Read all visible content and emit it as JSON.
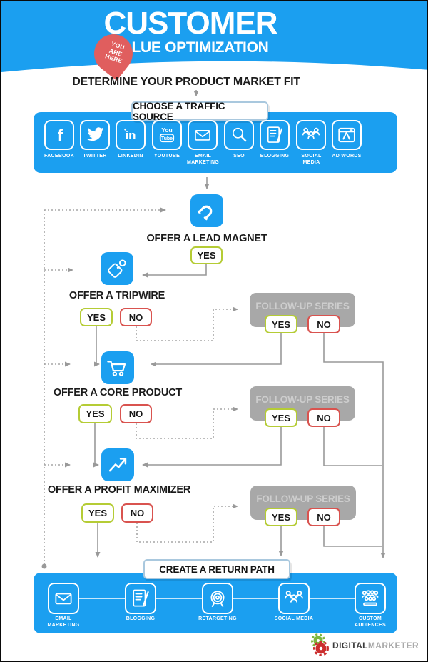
{
  "colors": {
    "blue": "#1b9ff0",
    "yes_green": "#b5cc35",
    "no_red": "#d9534f",
    "pin_red": "#e05e5e",
    "followup_gray": "#a8a8a8",
    "line_gray": "#999999"
  },
  "header": {
    "title": "CUSTOMER",
    "subtitle": "VALUE OPTIMIZATION",
    "pin": [
      "YOU",
      "ARE",
      "HERE"
    ],
    "tagline": "DETERMINE YOUR PRODUCT MARKET FIT"
  },
  "traffic": {
    "title": "CHOOSE A TRAFFIC SOURCE",
    "sources": [
      {
        "icon": "facebook-icon",
        "label": "FACEBOOK"
      },
      {
        "icon": "twitter-icon",
        "label": "TWITTER"
      },
      {
        "icon": "linkedin-icon",
        "label": "LINKEDIN"
      },
      {
        "icon": "youtube-icon",
        "label": "YOUTUBE"
      },
      {
        "icon": "email-icon",
        "label": "EMAIL MARKETING"
      },
      {
        "icon": "seo-icon",
        "label": "SEO"
      },
      {
        "icon": "blogging-icon",
        "label": "BLOGGING"
      },
      {
        "icon": "social-media-icon",
        "label": "SOCIAL MEDIA"
      },
      {
        "icon": "adwords-icon",
        "label": "AD WORDS"
      }
    ]
  },
  "flow": {
    "lead_magnet": {
      "icon": "magnet-icon",
      "label": "OFFER A LEAD MAGNET",
      "yes": "YES"
    },
    "tripwire": {
      "icon": "tag-icon",
      "label": "OFFER A TRIPWIRE",
      "yes": "YES",
      "no": "NO"
    },
    "core_product": {
      "icon": "cart-icon",
      "label": "OFFER A CORE PRODUCT",
      "yes": "YES",
      "no": "NO"
    },
    "profit_maximizer": {
      "icon": "growth-chart-icon",
      "label": "OFFER A PROFIT MAXIMIZER",
      "yes": "YES",
      "no": "NO"
    },
    "followups": [
      {
        "title": "FOLLOW-UP SERIES",
        "yes": "YES",
        "no": "NO"
      },
      {
        "title": "FOLLOW-UP SERIES",
        "yes": "YES",
        "no": "NO"
      },
      {
        "title": "FOLLOW-UP SERIES",
        "yes": "YES",
        "no": "NO"
      }
    ]
  },
  "return_path": {
    "title": "CREATE A RETURN PATH",
    "channels": [
      {
        "icon": "email-icon",
        "label": "EMAIL MARKETING"
      },
      {
        "icon": "blogging-icon",
        "label": "BLOGGING"
      },
      {
        "icon": "retargeting-icon",
        "label": "RETARGETING"
      },
      {
        "icon": "social-media-icon",
        "label": "SOCIAL MEDIA"
      },
      {
        "icon": "custom-audiences-icon",
        "label": "CUSTOM AUDIENCES"
      }
    ]
  },
  "brand": {
    "bold": "DIGITAL",
    "light": "MARKETER"
  }
}
